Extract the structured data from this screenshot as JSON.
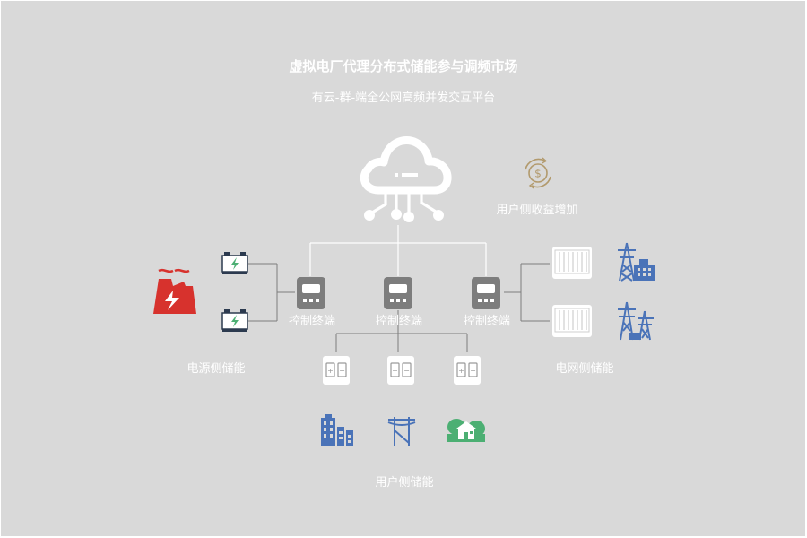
{
  "header": {
    "title": "虚拟电厂代理分布式储能参与调频市场",
    "subtitle": "有云-群-端全公网高频并发交互平台"
  },
  "labels": {
    "user_revenue": "用户侧收益增加",
    "terminal": "控制终端",
    "source_storage": "电源侧储能",
    "grid_storage": "电网侧储能",
    "user_storage": "用户侧储能"
  },
  "colors": {
    "background": "#d9d9d9",
    "white": "#ffffff",
    "plant_red": "#d7322d",
    "blue": "#4a73b8",
    "green": "#4caf73",
    "dark": "#2c3a4f",
    "gray": "#7d7d7d",
    "gold": "#b29a6d"
  },
  "icons": [
    "cloud-icon",
    "dollar-cycle-icon",
    "power-plant-icon",
    "battery-icon",
    "control-terminal-icon",
    "energy-cabinet-icon",
    "transmission-tower-icon",
    "substation-icon",
    "building-icon",
    "power-pole-icon",
    "house-icon"
  ]
}
